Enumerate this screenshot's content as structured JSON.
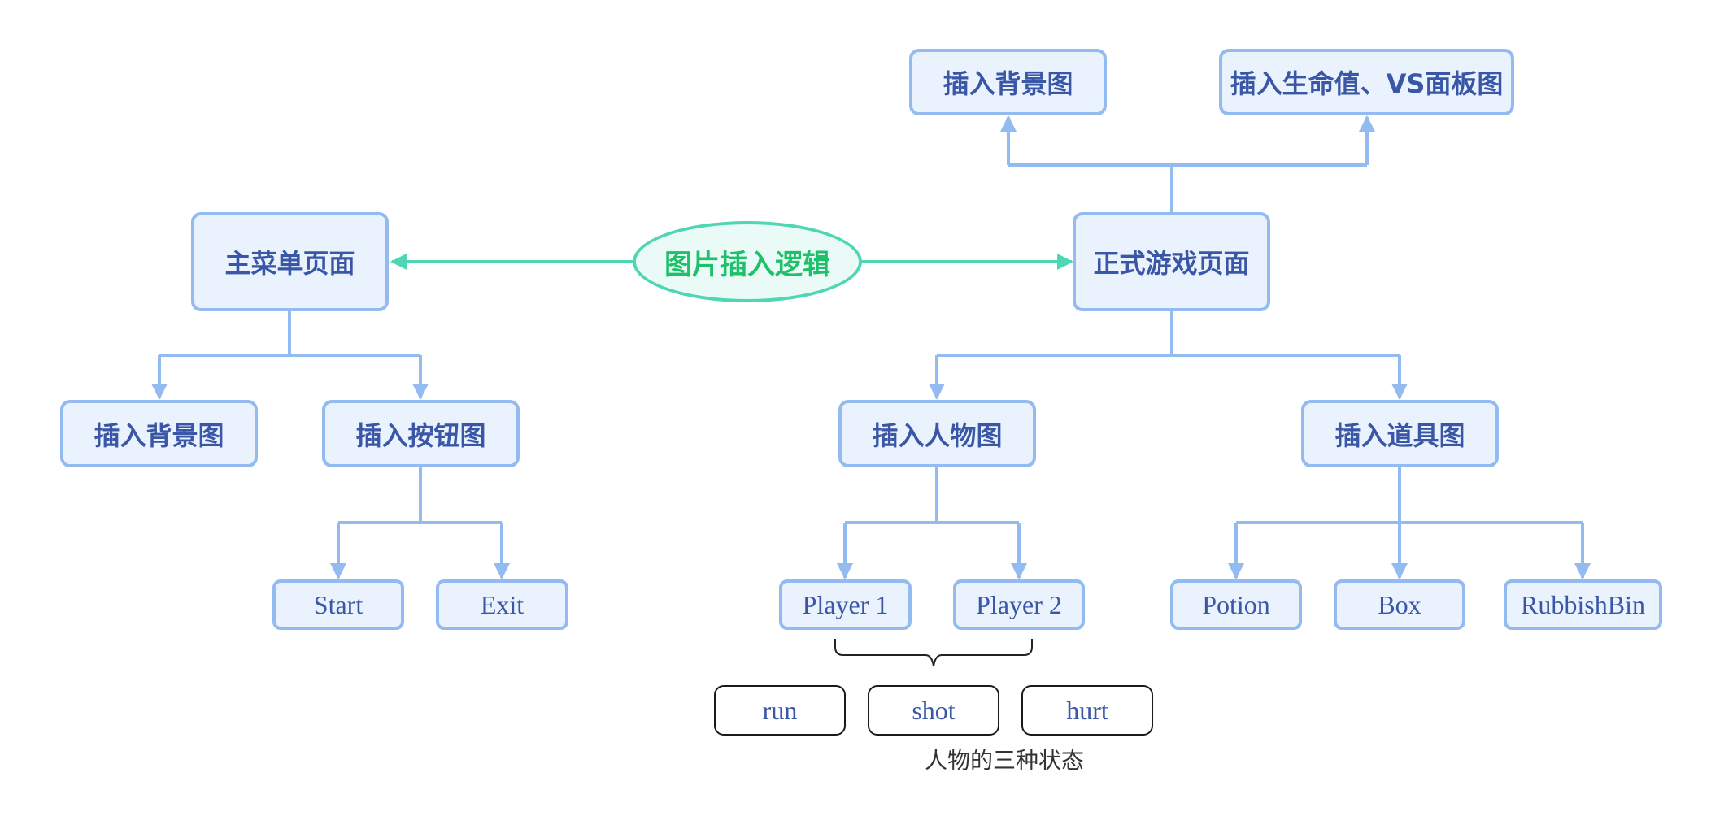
{
  "center": {
    "label": "图片插入逻辑"
  },
  "menu": {
    "title": "主菜单页面",
    "bg": "插入背景图",
    "buttons": "插入按钮图",
    "start": "Start",
    "exit": "Exit"
  },
  "game": {
    "title": "正式游戏页面",
    "bg": "插入背景图",
    "hud": "插入生命值、VS面板图",
    "characters": "插入人物图",
    "items": "插入道具图",
    "player1": "Player 1",
    "player2": "Player 2",
    "potion": "Potion",
    "box": "Box",
    "rubbish": "RubbishBin"
  },
  "states": {
    "run": "run",
    "shot": "shot",
    "hurt": "hurt",
    "caption": "人物的三种状态"
  },
  "colors": {
    "box_border": "#94bbf0",
    "box_fill": "#eaf2fd",
    "box_text": "#3a57a7",
    "center_border": "#4fd6b4",
    "center_text": "#1ec16a"
  }
}
